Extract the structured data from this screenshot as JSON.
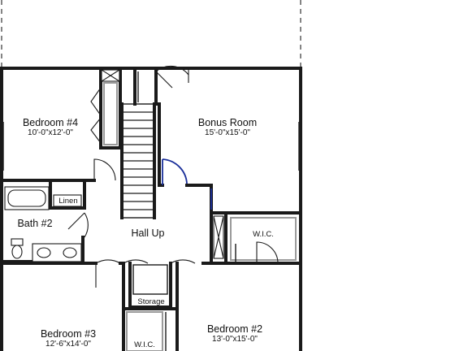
{
  "rooms": {
    "bedroom4": {
      "name": "Bedroom #4",
      "dims": "10'-0\"x12'-0\""
    },
    "bonus": {
      "name": "Bonus Room",
      "dims": "15'-0\"x15'-0\""
    },
    "bath2": {
      "name": "Bath #2"
    },
    "linen": {
      "name": "Linen"
    },
    "hall": {
      "name": "Hall Up"
    },
    "wic_right": {
      "name": "W.I.C."
    },
    "storage": {
      "name": "Storage"
    },
    "bedroom3": {
      "name": "Bedroom #3",
      "dims": "12'-6\"x14'-0\""
    },
    "bedroom2": {
      "name": "Bedroom #2",
      "dims": "13'-0\"x15'-0\""
    },
    "wic_bottom": {
      "name": "W.I.C."
    }
  },
  "colors": {
    "wall": "#1a1a1a",
    "door_accent": "#1a2f9a",
    "closet_inner": "#9a9a9a"
  }
}
